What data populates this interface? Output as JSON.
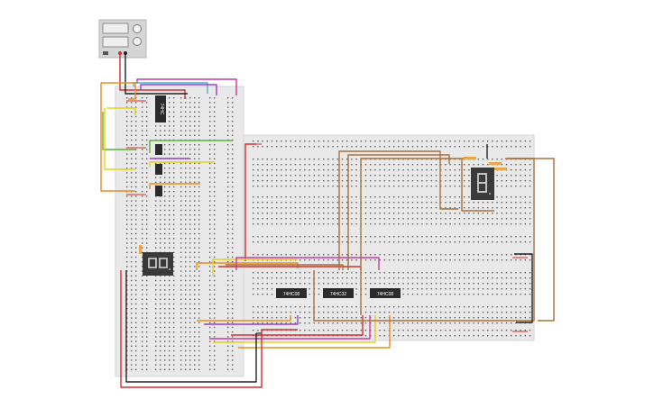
{
  "app": {
    "view": "circuit-breadboard-editor"
  },
  "colors": {
    "background": "#ffffff",
    "breadboard": "#e9e9e9",
    "hole": "#5a5a5a",
    "rail_red": "#d9534f",
    "rail_black": "#333333",
    "chip": "#2b2b2b",
    "display": "#3a3a3a",
    "segment": "#d8d8d8",
    "power_supply": "#d5d5d5",
    "wire_red": "#d62d2d",
    "wire_black": "#222222",
    "wire_orange": "#f08a1c",
    "wire_yellow": "#e6d020",
    "wire_green": "#58b23a",
    "wire_purple": "#9b3fc8",
    "wire_magenta": "#cc3aa0",
    "wire_cyan": "#4aaed0",
    "wire_brown": "#a9703a"
  },
  "components": {
    "power_supply": {
      "name": "power-supply",
      "readouts": [
        "",
        ""
      ]
    },
    "chips": [
      {
        "name": "chip-left-vertical",
        "label": "74HC"
      },
      {
        "name": "chip-74hc-1",
        "label": "74HC08"
      },
      {
        "name": "chip-74hc-2",
        "label": "74HC32"
      },
      {
        "name": "chip-74hc-3",
        "label": "74HC08"
      }
    ],
    "displays": [
      {
        "name": "seven-segment-left",
        "digits": "0"
      },
      {
        "name": "seven-segment-right",
        "digits": "8"
      }
    ],
    "icons": [
      "knob-icon",
      "led-icon",
      "resistor-icon"
    ]
  }
}
